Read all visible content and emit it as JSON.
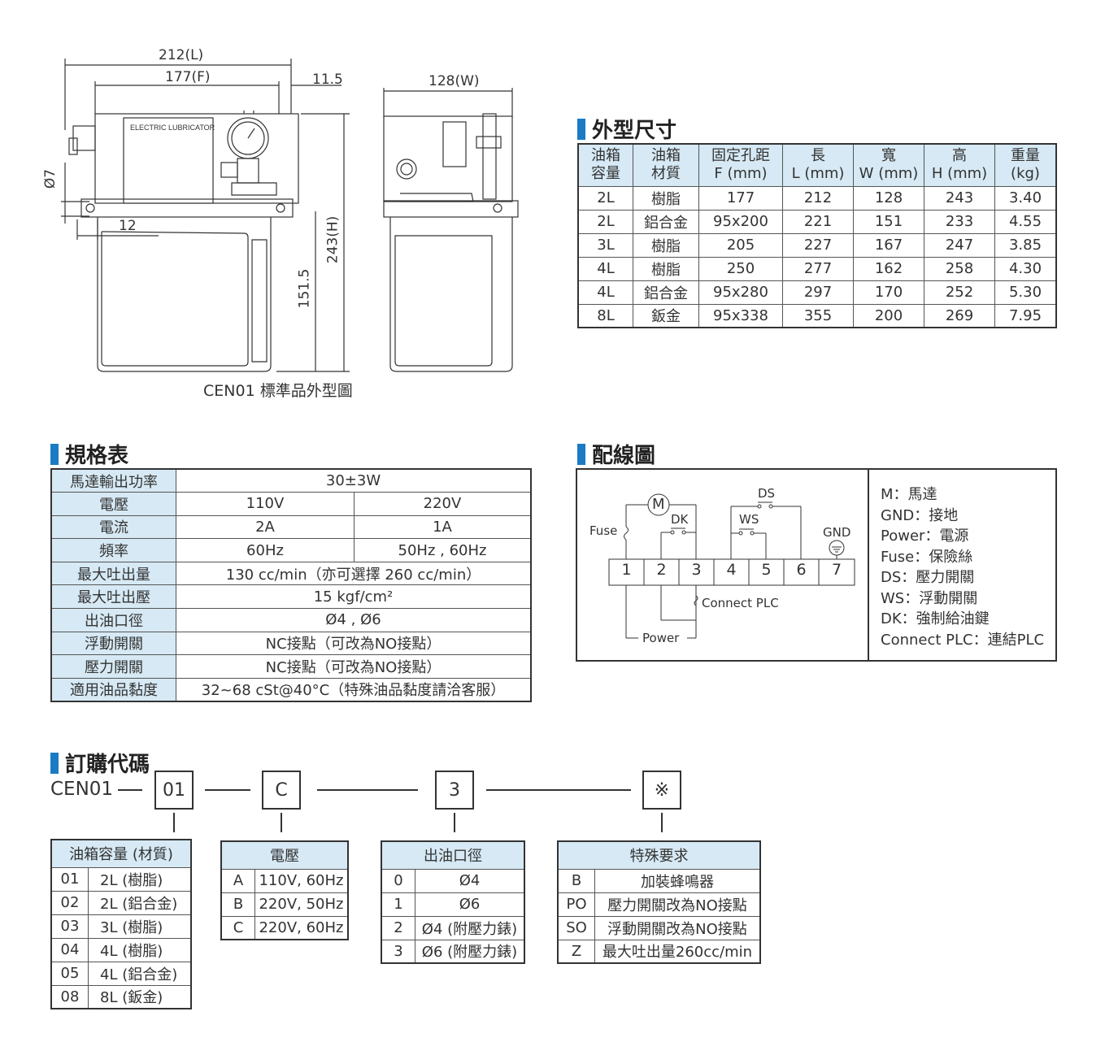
{
  "drawing": {
    "dims": {
      "L": "212(L)",
      "F": "177(F)",
      "off": "11.5",
      "W": "128(W)",
      "phi": "Ø7",
      "d12": "12",
      "H": "243(H)",
      "h151": "151.5"
    },
    "label_text": "ELECTRIC LUBRICATOR",
    "caption": "CEN01 標準品外型圖"
  },
  "dimensions": {
    "title": "外型尺寸",
    "headers": [
      [
        "油箱",
        "容量"
      ],
      [
        "油箱",
        "材質"
      ],
      [
        "固定孔距",
        "F (mm)"
      ],
      [
        "長",
        "L (mm)"
      ],
      [
        "寬",
        "W (mm)"
      ],
      [
        "高",
        "H (mm)"
      ],
      [
        "重量",
        "(kg)"
      ]
    ],
    "rows": [
      [
        "2L",
        "樹脂",
        "177",
        "212",
        "128",
        "243",
        "3.40"
      ],
      [
        "2L",
        "鋁合金",
        "95x200",
        "221",
        "151",
        "233",
        "4.55"
      ],
      [
        "3L",
        "樹脂",
        "205",
        "227",
        "167",
        "247",
        "3.85"
      ],
      [
        "4L",
        "樹脂",
        "250",
        "277",
        "162",
        "258",
        "4.30"
      ],
      [
        "4L",
        "鋁合金",
        "95x280",
        "297",
        "170",
        "252",
        "5.30"
      ],
      [
        "8L",
        "鈑金",
        "95x338",
        "355",
        "200",
        "269",
        "7.95"
      ]
    ]
  },
  "specs": {
    "title": "規格表",
    "rows": [
      {
        "label": "馬達輸出功率",
        "values": [
          "30±3W"
        ]
      },
      {
        "label": "電壓",
        "values": [
          "110V",
          "220V"
        ]
      },
      {
        "label": "電流",
        "values": [
          "2A",
          "1A"
        ]
      },
      {
        "label": "頻率",
        "values": [
          "60Hz",
          "50Hz , 60Hz"
        ]
      },
      {
        "label": "最大吐出量",
        "values": [
          "130 cc/min（亦可選擇 260 cc/min）"
        ]
      },
      {
        "label": "最大吐出壓",
        "values": [
          "15 kgf/cm²"
        ]
      },
      {
        "label": "出油口徑",
        "values": [
          "Ø4 , Ø6"
        ]
      },
      {
        "label": "浮動開關",
        "values": [
          "NC接點（可改為NO接點）"
        ]
      },
      {
        "label": "壓力開關",
        "values": [
          "NC接點（可改為NO接點）"
        ]
      },
      {
        "label": "適用油品黏度",
        "values": [
          "32~68 cSt@40°C（特殊油品黏度請洽客服）"
        ]
      }
    ]
  },
  "wiring": {
    "title": "配線圖",
    "terminals": [
      "1",
      "2",
      "3",
      "4",
      "5",
      "6",
      "7"
    ],
    "labels": {
      "M": "M",
      "DS": "DS",
      "DK": "DK",
      "WS": "WS",
      "Fuse": "Fuse",
      "GND": "GND",
      "PLC": "Connect PLC",
      "Power": "Power"
    },
    "legend": [
      "M：馬達",
      "GND：接地",
      "Power：電源",
      "Fuse：保險絲",
      "DS：壓力開關",
      "WS：浮動開關",
      "DK：強制給油鍵",
      "Connect PLC：連結PLC"
    ]
  },
  "order": {
    "title": "訂購代碼",
    "prefix": "CEN01",
    "codes": [
      "01",
      "C",
      "3",
      "※"
    ],
    "capacity": {
      "header": "油箱容量 (材質)",
      "rows": [
        [
          "01",
          "2L (樹脂)"
        ],
        [
          "02",
          "2L (鋁合金)"
        ],
        [
          "03",
          "3L (樹脂)"
        ],
        [
          "04",
          "4L (樹脂)"
        ],
        [
          "05",
          "4L (鋁合金)"
        ],
        [
          "08",
          "8L (鈑金)"
        ]
      ]
    },
    "voltage": {
      "header": "電壓",
      "rows": [
        [
          "A",
          "110V, 60Hz"
        ],
        [
          "B",
          "220V, 50Hz"
        ],
        [
          "C",
          "220V, 60Hz"
        ]
      ]
    },
    "outlet": {
      "header": "出油口徑",
      "rows": [
        [
          "0",
          "Ø4"
        ],
        [
          "1",
          "Ø6"
        ],
        [
          "2",
          "Ø4 (附壓力錶)"
        ],
        [
          "3",
          "Ø6 (附壓力錶)"
        ]
      ]
    },
    "special": {
      "header": "特殊要求",
      "rows": [
        [
          "B",
          "加裝蜂鳴器"
        ],
        [
          "PO",
          "壓力開關改為NO接點"
        ],
        [
          "SO",
          "浮動開關改為NO接點"
        ],
        [
          "Z",
          "最大吐出量260cc/min"
        ]
      ]
    }
  }
}
